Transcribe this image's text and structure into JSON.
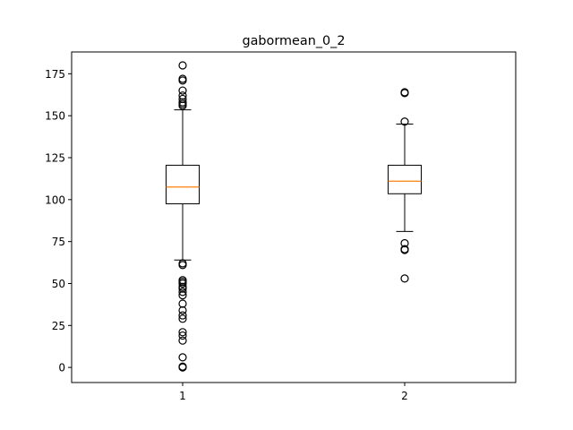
{
  "chart_data": {
    "type": "box",
    "title": "gabormean_0_2",
    "xlabel": "",
    "ylabel": "",
    "categories": [
      "1",
      "2"
    ],
    "ylim": [
      -9,
      188
    ],
    "yticks": [
      0,
      25,
      50,
      75,
      100,
      125,
      150,
      175
    ],
    "ytick_labels": [
      "0",
      "25",
      "50",
      "75",
      "100",
      "125",
      "150",
      "175"
    ],
    "grid": false,
    "box_color": "#000000",
    "median_color": "#ff7f0e",
    "boxes": [
      {
        "label": "1",
        "whisker_low": 64,
        "q1": 97.5,
        "median": 107.5,
        "q3": 120.5,
        "whisker_high": 153.5,
        "outliers": [
          180,
          172,
          171,
          165,
          162,
          160,
          158,
          157,
          156,
          62,
          61,
          52,
          51,
          50,
          48,
          47,
          45,
          43,
          38,
          34,
          31,
          29,
          21,
          19,
          16,
          6,
          0.5,
          0
        ]
      },
      {
        "label": "2",
        "whisker_low": 81,
        "q1": 103.5,
        "median": 111,
        "q3": 120.5,
        "whisker_high": 145,
        "outliers": [
          164,
          163.5,
          146.5,
          74,
          70.5,
          70,
          53
        ]
      }
    ]
  }
}
